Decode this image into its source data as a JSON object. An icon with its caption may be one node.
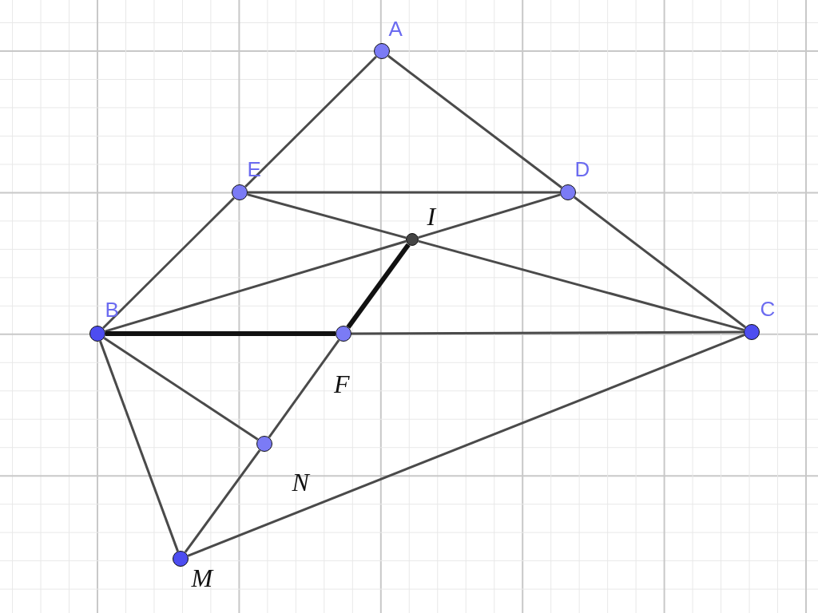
{
  "diagram": {
    "nodes": [
      {
        "text": [
          "A"
        ]
      },
      {
        "text": [
          "E"
        ]
      },
      {
        "text": [
          "D"
        ]
      },
      {
        "text": [
          "I"
        ]
      },
      {
        "text": [
          "B"
        ]
      },
      {
        "text": [
          "F"
        ]
      },
      {
        "text": [
          "C"
        ]
      },
      {
        "text": [
          "N"
        ]
      },
      {
        "text": [
          "M"
        ]
      }
    ],
    "edges": [
      {
        "from": 0,
        "to": 1,
        "arrow": "none"
      },
      {
        "from": 1,
        "to": 4,
        "arrow": "none"
      },
      {
        "from": 0,
        "to": 2,
        "arrow": "none"
      },
      {
        "from": 2,
        "to": 6,
        "arrow": "none"
      },
      {
        "from": 1,
        "to": 2,
        "arrow": "none"
      },
      {
        "from": 1,
        "to": 3,
        "arrow": "none"
      },
      {
        "from": 3,
        "to": 6,
        "arrow": "none"
      },
      {
        "from": 4,
        "to": 3,
        "arrow": "none"
      },
      {
        "from": 3,
        "to": 2,
        "arrow": "none"
      },
      {
        "from": 4,
        "to": 5,
        "arrow": "none",
        "style": "thick",
        "color": "#111111"
      },
      {
        "from": 5,
        "to": 6,
        "arrow": "none"
      },
      {
        "from": 5,
        "to": 3,
        "arrow": "none",
        "style": "thick",
        "color": "#111111"
      },
      {
        "from": 5,
        "to": 7,
        "arrow": "none"
      },
      {
        "from": 7,
        "to": 8,
        "arrow": "none"
      },
      {
        "from": 4,
        "to": 7,
        "arrow": "none"
      },
      {
        "from": 4,
        "to": 8,
        "arrow": "none"
      },
      {
        "from": 8,
        "to": 6,
        "arrow": "none"
      }
    ]
  }
}
